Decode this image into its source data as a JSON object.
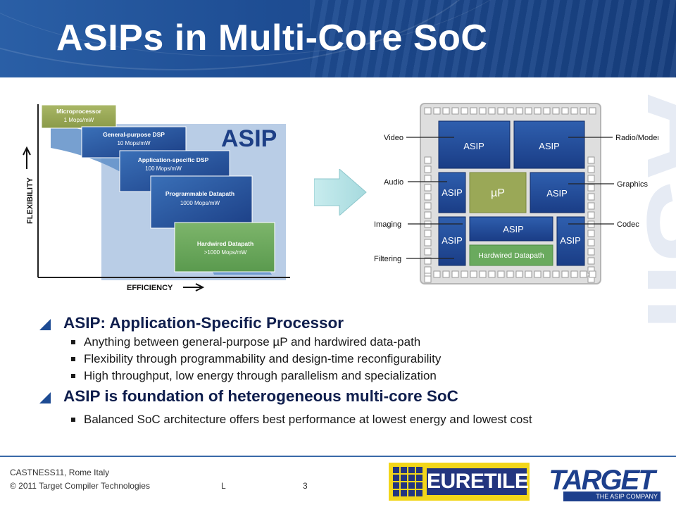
{
  "slide": {
    "title": "ASIPs in Multi-Core SoC",
    "watermark": "ASIP"
  },
  "left_diagram": {
    "y_axis_label": "FLEXIBILITY",
    "x_axis_label": "EFFICIENCY",
    "asip_label": "ASIP",
    "boxes": [
      {
        "name": "Microprocessor",
        "value": "1 Mops/mW"
      },
      {
        "name": "General-purpose DSP",
        "value": "10 Mops/mW"
      },
      {
        "name": "Application-specific DSP",
        "value": "100 Mops/mW"
      },
      {
        "name": "Programmable Datapath",
        "value": "1000 Mops/mW"
      },
      {
        "name": "Hardwired Datapath",
        "value": ">1000 Mops/mW"
      }
    ]
  },
  "soc_diagram": {
    "left_labels": [
      "Video",
      "Audio",
      "Imaging",
      "Filtering"
    ],
    "right_labels": [
      "Radio/Modem",
      "Graphics",
      "Codec"
    ],
    "block_asip": "ASIP",
    "block_up": "µP",
    "block_hardwired": "Hardwired Datapath"
  },
  "bullets": {
    "b1": "ASIP: Application-Specific Processor",
    "b1_subs": [
      "Anything between general-purpose µP and hardwired data-path",
      "Flexibility through programmability and design-time reconfigurability",
      "High throughput, low energy through parallelism and specialization"
    ],
    "b2": "ASIP is foundation of heterogeneous multi-core SoC",
    "b2_subs": [
      "Balanced SoC architecture offers best performance at lowest energy and lowest cost"
    ]
  },
  "footer": {
    "event": "CASTNESS11,  Rome Italy",
    "copyright": "© 2011 Target Compiler Technologies",
    "letter": "L",
    "page": "3"
  },
  "logos": {
    "euretile": "EURETILE",
    "target": "TARGET",
    "target_tagline": "THE ASIP COMPANY"
  },
  "colors": {
    "title_bar": "#1e4d93",
    "asip_block": "#1f4a96",
    "up_block": "#9aa857",
    "hardwired_block": "#6aaa5e",
    "bullet_text": "#0f1e4d",
    "euretile_yellow": "#f2d61a",
    "target_blue": "#1d3f8c"
  }
}
